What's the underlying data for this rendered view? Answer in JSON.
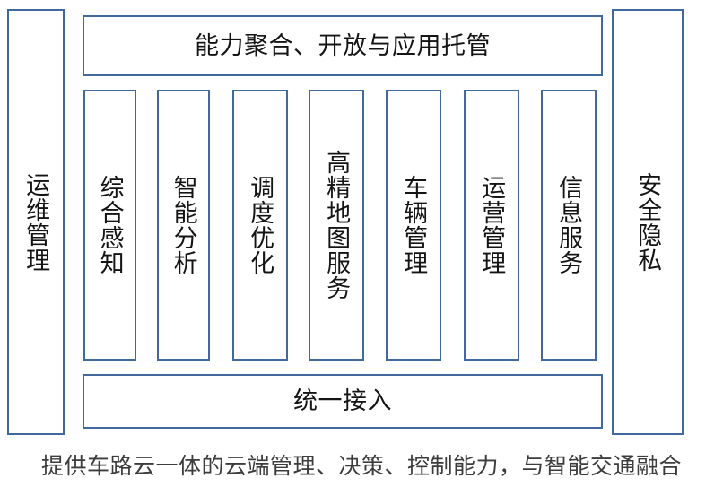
{
  "diagram": {
    "title": "能力聚合、开放与应用托管",
    "top_band": {
      "label": "能力聚合、开放与应用托管"
    },
    "bottom_band": {
      "label": "统一接入"
    },
    "left_pillar": {
      "label": "运维管理"
    },
    "right_pillar": {
      "label": "安全隐私"
    },
    "columns": [
      {
        "label": "综合感知"
      },
      {
        "label": "智能分析"
      },
      {
        "label": "调度优化"
      },
      {
        "label": "高精地图服务"
      },
      {
        "label": "车辆管理"
      },
      {
        "label": "运营管理"
      },
      {
        "label": "信息服务"
      }
    ],
    "caption": "提供车路云一体的云端管理、决策、控制能力，与智能交通融合",
    "colors": {
      "border": "#41699b",
      "box_fill": "#ffffff",
      "box_text": "#141414",
      "caption_text": "#3c3c3c",
      "background": "#ffffff"
    }
  }
}
